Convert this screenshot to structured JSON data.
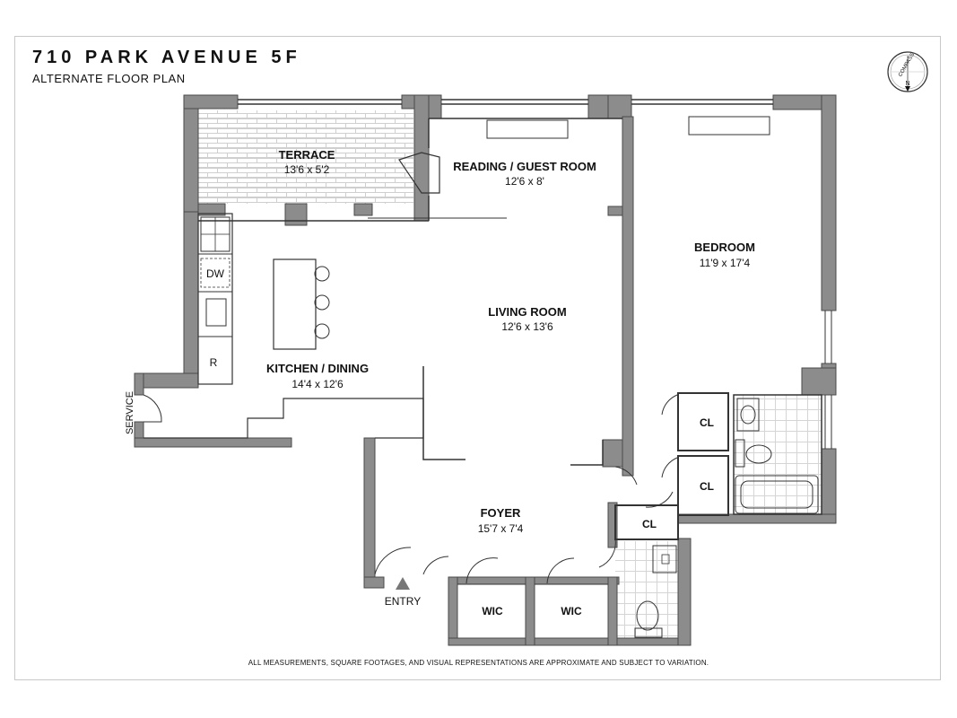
{
  "header": {
    "title": "710 PARK AVENUE 5F",
    "subtitle": "ALTERNATE FLOOR PLAN"
  },
  "compass": {
    "label": "COMPASS",
    "north": "N"
  },
  "rooms": {
    "terrace": {
      "name": "TERRACE",
      "dims": "13'6 x 5'2"
    },
    "reading": {
      "name": "READING / GUEST ROOM",
      "dims": "12'6 x 8'"
    },
    "bedroom": {
      "name": "BEDROOM",
      "dims": "11'9 x 17'4"
    },
    "living": {
      "name": "LIVING ROOM",
      "dims": "12'6 x 13'6"
    },
    "kitchen": {
      "name": "KITCHEN / DINING",
      "dims": "14'4 x 12'6"
    },
    "foyer": {
      "name": "FOYER",
      "dims": "15'7 x 7'4"
    }
  },
  "labels": {
    "dw": "DW",
    "r": "R",
    "cl1": "CL",
    "cl2": "CL",
    "cl3": "CL",
    "wic1": "WIC",
    "wic2": "WIC",
    "service": "SERVICE",
    "entry": "ENTRY"
  },
  "footer": {
    "disclaimer": "ALL MEASUREMENTS, SQUARE FOOTAGES, AND VISUAL REPRESENTATIONS ARE APPROXIMATE AND SUBJECT TO VARIATION."
  }
}
